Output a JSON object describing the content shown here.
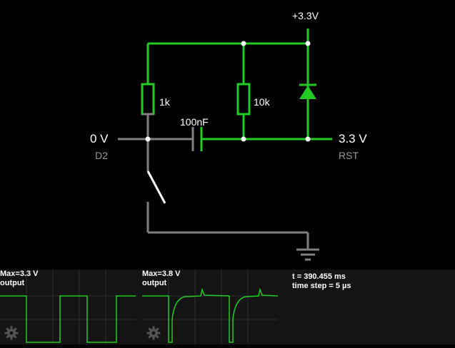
{
  "circuit": {
    "supply_label": "+3.3V",
    "resistor1_label": "1k",
    "resistor2_label": "10k",
    "capacitor_label": "100nF",
    "d2_voltage": "0 V",
    "d2_name": "D2",
    "rst_voltage": "3.3 V",
    "rst_name": "RST"
  },
  "colors": {
    "wire_active": "#22cc22",
    "wire_inactive": "#808080",
    "background": "#000000",
    "scope_bg": "#141414",
    "trace": "#22cc22"
  },
  "scopes": [
    {
      "max_label": "Max=3.3 V",
      "output_label": "output",
      "icon": "gear-icon"
    },
    {
      "max_label": "Max=3.8 V",
      "output_label": "output",
      "icon": "gear-icon"
    }
  ],
  "info": {
    "time": "t = 390.455 ms",
    "timestep": "time step = 5 µs"
  }
}
